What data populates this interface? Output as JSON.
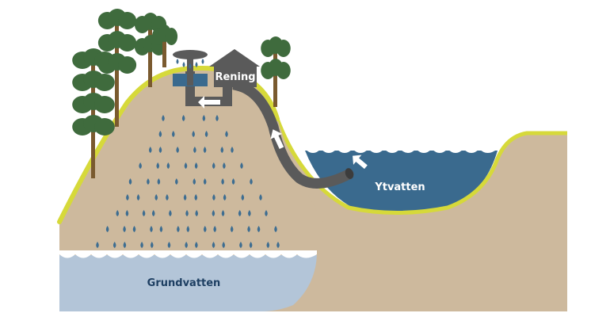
{
  "labels": {
    "treatment": "Rening",
    "surface_water": "Ytvatten",
    "groundwater": "Grundvatten"
  },
  "colors": {
    "soil": "#cdb99d",
    "grass": "#d6d93a",
    "surface_water": "#3a6a8e",
    "groundwater": "#b3c5d8",
    "drops": "#3d6d91",
    "pipe": "#5a5a5a",
    "building": "#5a5a5a",
    "tree_foliage": "#3f6b3d",
    "tree_trunk": "#7a5a2f",
    "label_dark": "#1e3f62",
    "label_light": "#ffffff"
  }
}
